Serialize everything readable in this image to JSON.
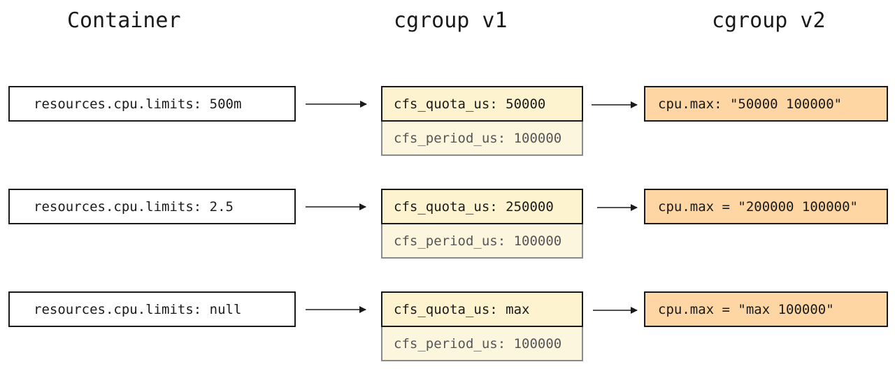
{
  "headers": {
    "container": "Container",
    "v1": "cgroup v1",
    "v2": "cgroup v2"
  },
  "rows": [
    {
      "container": "resources.cpu.limits: 500m",
      "quota": "cfs_quota_us: 50000",
      "period": "cfs_period_us: 100000",
      "v2": "cpu.max: \"50000 100000\""
    },
    {
      "container": "resources.cpu.limits: 2.5",
      "quota": "cfs_quota_us: 250000",
      "period": "cfs_period_us: 100000",
      "v2": "cpu.max = \"200000 100000\""
    },
    {
      "container": "resources.cpu.limits: null",
      "quota": "cfs_quota_us: max",
      "period": "cfs_period_us: 100000",
      "v2": "cpu.max = \"max 100000\""
    }
  ],
  "colors": {
    "quota_fill": "#fdf3cf",
    "period_fill": "#fdf6df",
    "v2_fill": "#fdd6a3",
    "stroke": "#1a1a1a"
  }
}
